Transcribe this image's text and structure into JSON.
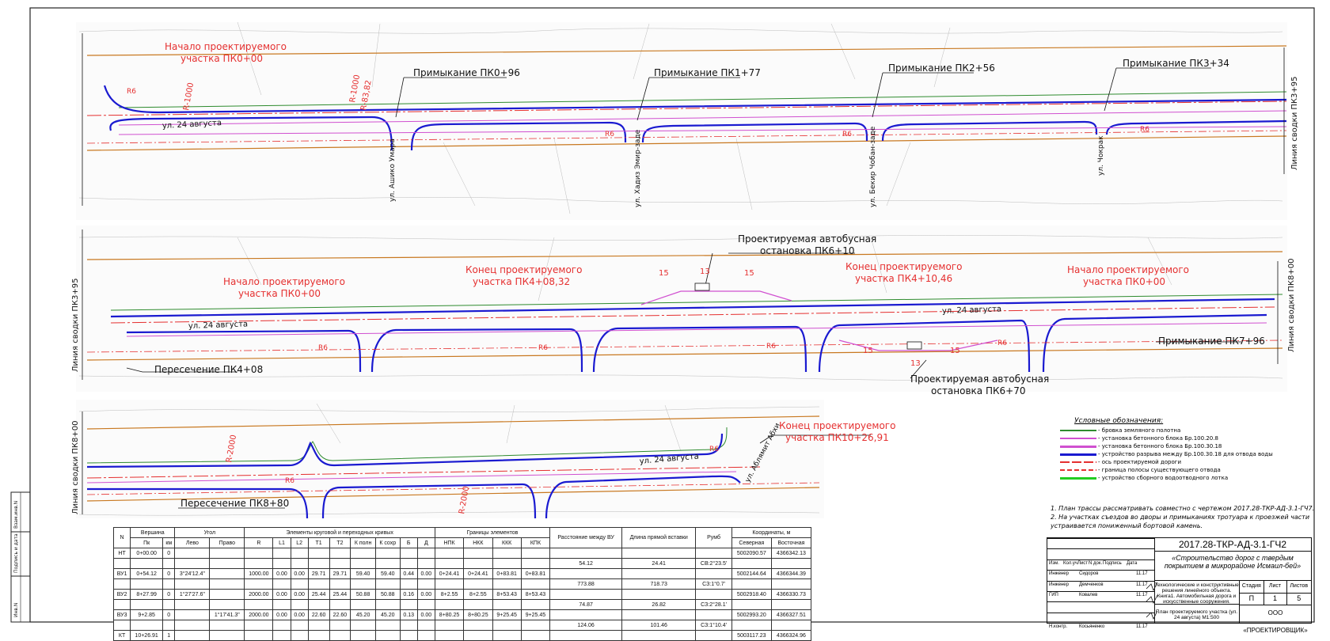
{
  "labels": {
    "l1": "Начало проектируемого",
    "l1b": "участка ПК0+00",
    "l2": "Примыкание ПК0+96",
    "l3": "Примыкание ПК1+77",
    "l4": "Примыкание ПК2+56",
    "l5": "Примыкание ПК3+34",
    "l6": "Линия сводки ПК3+95",
    "street24": "ул. 24 августа",
    "s_ashko": "ул. Ашико Умара",
    "s_dzhaz": "ул. Хадиз Эмир-заде",
    "s_bekir": "ул. Бекир Чобан-заде",
    "s_chokrak": "ул. Чокрак",
    "r1000": "R-1000",
    "r_8": "R-83,82",
    "r6": "R6",
    "b_l1": "Проектируемая автобусная",
    "b_l1b": "остановка ПК6+10",
    "b_l2": "Конец проектируемого",
    "b_l2b": "участка ПК4+08,32",
    "b_l3": "Начало проектируемого",
    "b_l3b": "участка ПК0+00",
    "b_l4": "Конец проектируемого",
    "b_l4b": "участка ПК4+10,46",
    "b_l5": "Начало проектируемого",
    "b_l5b": "участка ПК0+00",
    "b_l6": "Пересечение ПК4+08",
    "b_l7": "Примыкание ПК7+96",
    "b_l8": "Проектируемая автобусная",
    "b_l8b": "остановка ПК6+70",
    "b_l9": "Линия сводки ПК8+00",
    "n15": "15",
    "n13": "13",
    "c_l1": "Конец проектируемого",
    "c_l1b": "участка ПК10+26,91",
    "c_l2": "Пересечение ПК8+80",
    "c_l3": "R-2000",
    "c_l4": "R-2000",
    "c_l5": "Линия сводки ПК8+00",
    "c_street": "ул. Аблямит Абхи"
  },
  "legend": {
    "title": "Условные обозначения:",
    "items": [
      {
        "label": "- бровка земляного полотна",
        "color": "#2e8b2e"
      },
      {
        "label": "- установка бетонного блока Бр.100.20.8",
        "color": "#d050d0"
      },
      {
        "label": "- установка бетонного блока Бр.100.30.18",
        "color": "#d050d0"
      },
      {
        "label": "- устройство разрыва между Бр.100.30.18 для отвода воды",
        "color": "#1a1ad0"
      },
      {
        "label": "- ось проектируемой дороги",
        "color": "#e53030"
      },
      {
        "label": "- граница полосы существующего отвода",
        "color": "#e53030"
      },
      {
        "label": "- устройство сборного водоотводного лотка",
        "color": "#22cc22"
      }
    ]
  },
  "notes": {
    "n1": "1. План трассы рассматривать совместно с чертежом 2017.28-ТКР-АД-3.1-ГЧ7.",
    "n2": "2. На участках съездов во дворы и примыканиях тротуара к проезжей части",
    "n3": "устраивается пониженный бортовой камень."
  },
  "table": {
    "h_n": "N",
    "h_vertex": "Вершина",
    "h_angle": "Угол",
    "h_elements": "Элементы круговой и переходных кривых",
    "h_bounds": "Границы элементов",
    "h_dist": "Расстояние между ВУ",
    "h_straight": "Длина прямой вставки",
    "h_rumb": "Румб",
    "h_coords": "Координаты, м",
    "sub": [
      "Пк",
      "км",
      "Лево",
      "Право",
      "R",
      "L1",
      "L2",
      "T1",
      "T2",
      "К полн",
      "К сохр",
      "Б",
      "Д",
      "НПК",
      "НКК",
      "ККК",
      "КПК",
      "Северная",
      "Восточная"
    ],
    "rows": [
      {
        "n": "НТ",
        "pk": "0+00.00",
        "km": "0",
        "left": "",
        "right": "",
        "r": "",
        "l1": "",
        "l2": "",
        "t1": "",
        "t2": "",
        "kp": "",
        "ks": "",
        "b": "",
        "d": "",
        "npk": "",
        "nkk": "",
        "kkk": "",
        "kpk": "",
        "north": "5002090.57",
        "east": "4366342.13"
      },
      {
        "n": "",
        "pk": "",
        "km": "",
        "left": "",
        "right": "",
        "r": "",
        "l1": "",
        "l2": "",
        "t1": "",
        "t2": "",
        "kp": "",
        "ks": "",
        "b": "",
        "d": "",
        "npk": "",
        "nkk": "",
        "kkk": "",
        "kpk": "",
        "dist": "54.12",
        "straight": "24.41",
        "rumb": "СВ:2°23.5'",
        "north": "",
        "east": ""
      },
      {
        "n": "ВУ1",
        "pk": "0+54.12",
        "km": "0",
        "left": "3°24'12.4\"",
        "right": "",
        "r": "1000.00",
        "l1": "0.00",
        "l2": "0.00",
        "t1": "29.71",
        "t2": "29.71",
        "kp": "59.40",
        "ks": "59.40",
        "b": "0.44",
        "d": "0.00",
        "npk": "0+24.41",
        "nkk": "0+24.41",
        "kkk": "0+83.81",
        "kpk": "0+83.81",
        "north": "5002144.64",
        "east": "4366344.39"
      },
      {
        "n": "",
        "pk": "",
        "km": "",
        "left": "",
        "right": "",
        "r": "",
        "l1": "",
        "l2": "",
        "t1": "",
        "t2": "",
        "kp": "",
        "ks": "",
        "b": "",
        "d": "",
        "npk": "",
        "nkk": "",
        "kkk": "",
        "kpk": "",
        "dist": "773.88",
        "straight": "718.73",
        "rumb": "СЗ:1°0.7'",
        "north": "",
        "east": ""
      },
      {
        "n": "ВУ2",
        "pk": "8+27.99",
        "km": "0",
        "left": "1°27'27.6\"",
        "right": "",
        "r": "2000.00",
        "l1": "0.00",
        "l2": "0.00",
        "t1": "25.44",
        "t2": "25.44",
        "kp": "50.88",
        "ks": "50.88",
        "b": "0.16",
        "d": "0.00",
        "npk": "8+2.55",
        "nkk": "8+2.55",
        "kkk": "8+53.43",
        "kpk": "8+53.43",
        "north": "5002918.40",
        "east": "4366330.73"
      },
      {
        "n": "",
        "pk": "",
        "km": "",
        "left": "",
        "right": "",
        "r": "",
        "l1": "",
        "l2": "",
        "t1": "",
        "t2": "",
        "kp": "",
        "ks": "",
        "b": "",
        "d": "",
        "npk": "",
        "nkk": "",
        "kkk": "",
        "kpk": "",
        "dist": "74.87",
        "straight": "26.82",
        "rumb": "СЗ:2°28.1'",
        "north": "",
        "east": ""
      },
      {
        "n": "ВУ3",
        "pk": "9+2.85",
        "km": "0",
        "left": "",
        "right": "1°17'41.3\"",
        "r": "2000.00",
        "l1": "0.00",
        "l2": "0.00",
        "t1": "22.60",
        "t2": "22.60",
        "kp": "45.20",
        "ks": "45.20",
        "b": "0.13",
        "d": "0.00",
        "npk": "8+80.25",
        "nkk": "8+80.25",
        "kkk": "9+25.45",
        "kpk": "9+25.45",
        "north": "5002993.20",
        "east": "4366327.51"
      },
      {
        "n": "",
        "pk": "",
        "km": "",
        "left": "",
        "right": "",
        "r": "",
        "l1": "",
        "l2": "",
        "t1": "",
        "t2": "",
        "kp": "",
        "ks": "",
        "b": "",
        "d": "",
        "npk": "",
        "nkk": "",
        "kkk": "",
        "kpk": "",
        "dist": "124.06",
        "straight": "101.46",
        "rumb": "СЗ:1°10.4'",
        "north": "",
        "east": ""
      },
      {
        "n": "КТ",
        "pk": "10+26.91",
        "km": "1",
        "left": "",
        "right": "",
        "r": "",
        "l1": "",
        "l2": "",
        "t1": "",
        "t2": "",
        "kp": "",
        "ks": "",
        "b": "",
        "d": "",
        "npk": "",
        "nkk": "",
        "kkk": "",
        "kpk": "",
        "north": "5003117.23",
        "east": "4366324.96"
      }
    ]
  },
  "stamp": {
    "code": "2017.28-ТКР-АД-3.1-ГЧ2",
    "project": "«Строительство дорог с твердым покрытием в микрорайоне Исмаил-бей»",
    "desc": "Технологические и конструктивные решения линейного объекта. Книга1. Автомобильная дорога и искусственные сооружения.",
    "drawing": "План проектируемого участка (ул. 24 августа) М1:500",
    "stage_h": "Стадия",
    "sheet_h": "Лист",
    "sheets_h": "Листов",
    "stage": "П",
    "sheet": "1",
    "sheets": "5",
    "org": "ООО «ПРОЕКТИРОВЩИК»",
    "hdr": [
      "Изм.",
      "Кол.уч",
      "Лист",
      "N док.",
      "Подпись",
      "Дата"
    ],
    "people": [
      {
        "role": "Инженер",
        "name": "Сидоров",
        "date": "11.17"
      },
      {
        "role": "Инженер",
        "name": "Демченков",
        "date": "11.17"
      },
      {
        "role": "ГИП",
        "name": "Ковалев",
        "date": "11.17"
      },
      {
        "role": "",
        "name": "",
        "date": ""
      },
      {
        "role": "",
        "name": "",
        "date": ""
      },
      {
        "role": "Н.контр.",
        "name": "Косьяненко",
        "date": "11.17"
      }
    ]
  },
  "side": {
    "s1": "Взам.инв.N",
    "s2": "Подпись и дата",
    "s3": "Инв.N"
  }
}
